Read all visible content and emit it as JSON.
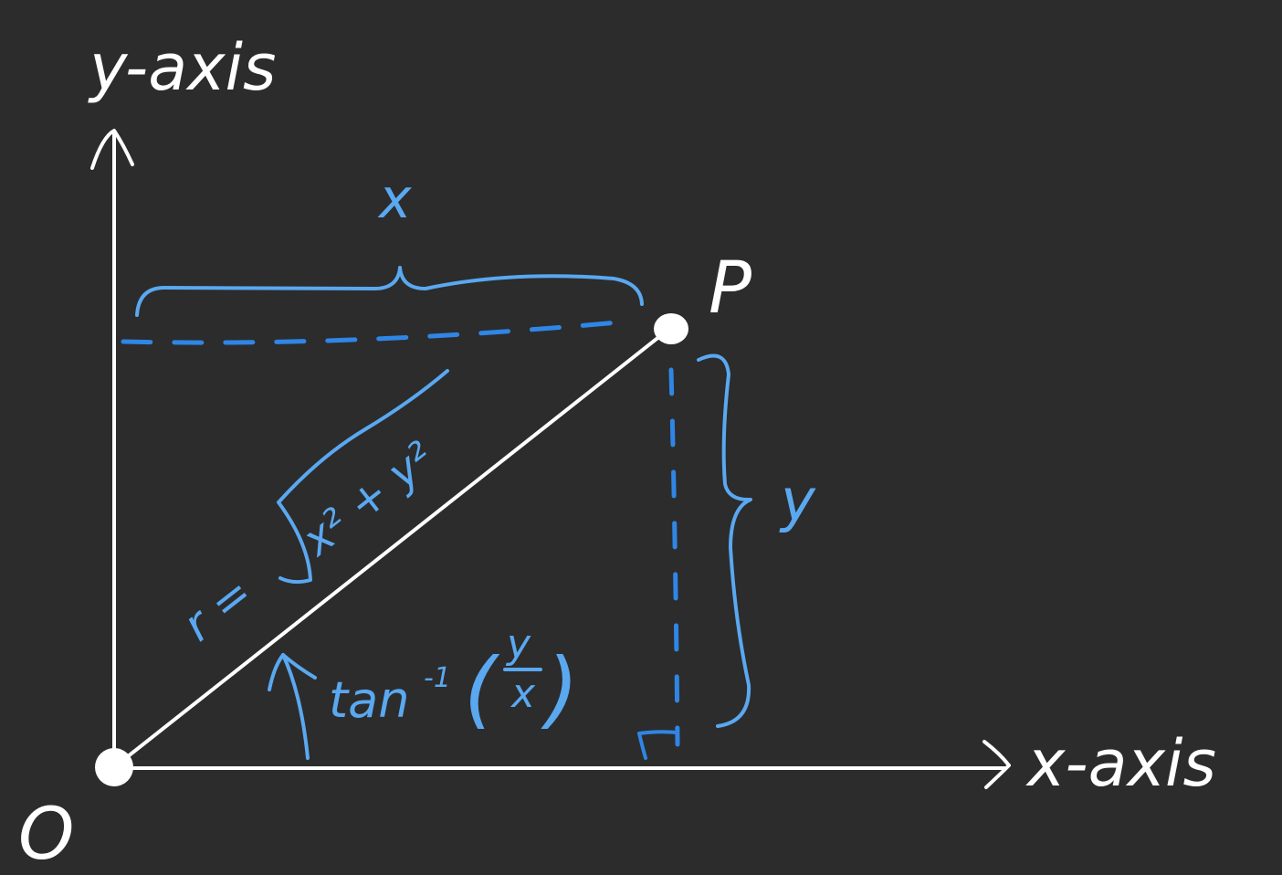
{
  "labels": {
    "y_axis": "y-axis",
    "x_axis": "x-axis",
    "origin": "O",
    "point": "P",
    "x_span": "x",
    "y_span": "y"
  },
  "formulas": {
    "r_prefix": "r =",
    "radicand": "x² + y²",
    "angle_func": "tan",
    "angle_exp": "-1",
    "frac_num": "y",
    "frac_den": "x"
  },
  "colors": {
    "background": "#2c2c2c",
    "axes": "#ffffff",
    "annotation": "#5aa8f0",
    "dashed": "#2f86e6"
  }
}
